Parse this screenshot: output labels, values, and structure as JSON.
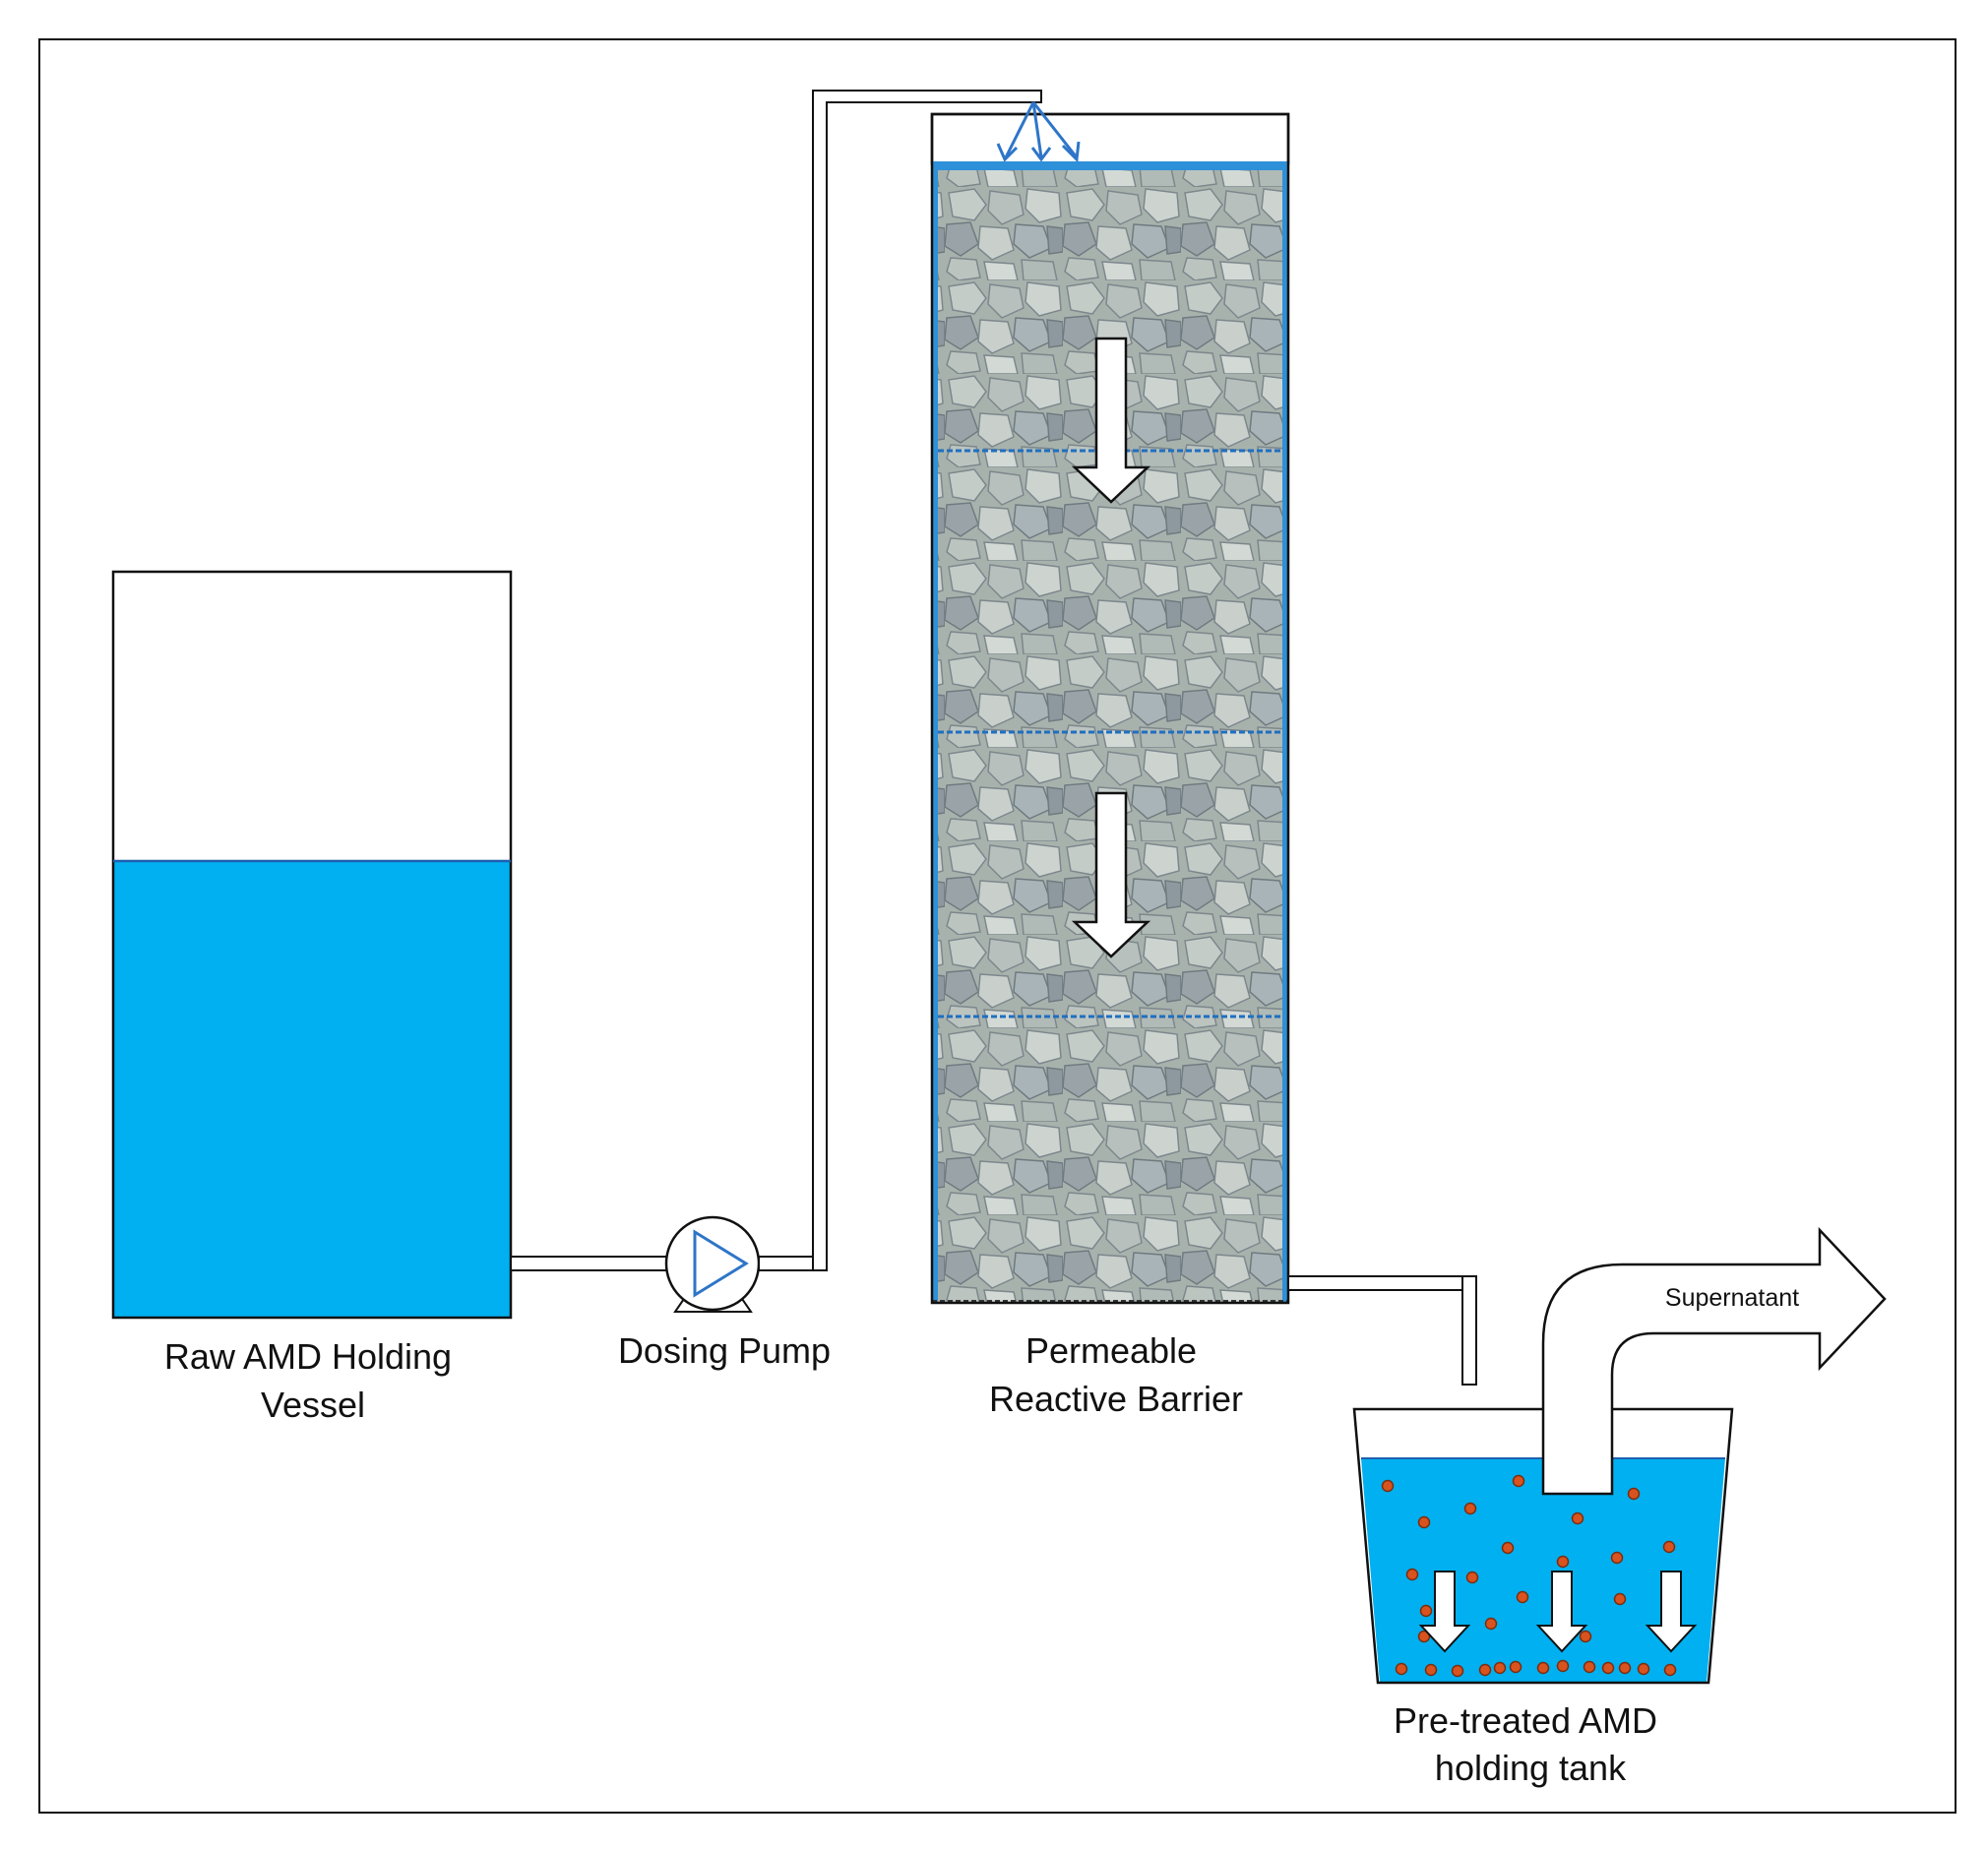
{
  "labels": {
    "raw_vessel_line1": "Raw AMD Holding",
    "raw_vessel_line2": "Vessel",
    "pump": "Dosing Pump",
    "prb_line1": "Permeable",
    "prb_line2": "Reactive Barrier",
    "tank_line1": "Pre-treated AMD",
    "tank_line2": "holding tank",
    "supernatant": "Supernatant"
  },
  "colors": {
    "water": "#00b0f0",
    "water_outline": "#1f5fb0",
    "pump_arrow": "#2e75c8",
    "distributor_arrows": "#2e75c8",
    "rock_base": "#a8b2ad",
    "rock_light": "#c9d0cc",
    "rock_dark": "#6f7a80",
    "precipitate": "#d9531e",
    "outline": "#111111"
  },
  "components": {
    "raw_vessel_fill_fraction": 0.62,
    "prb_compartments": 4,
    "prb_flow_arrows": 2,
    "settling_arrows": 3
  }
}
